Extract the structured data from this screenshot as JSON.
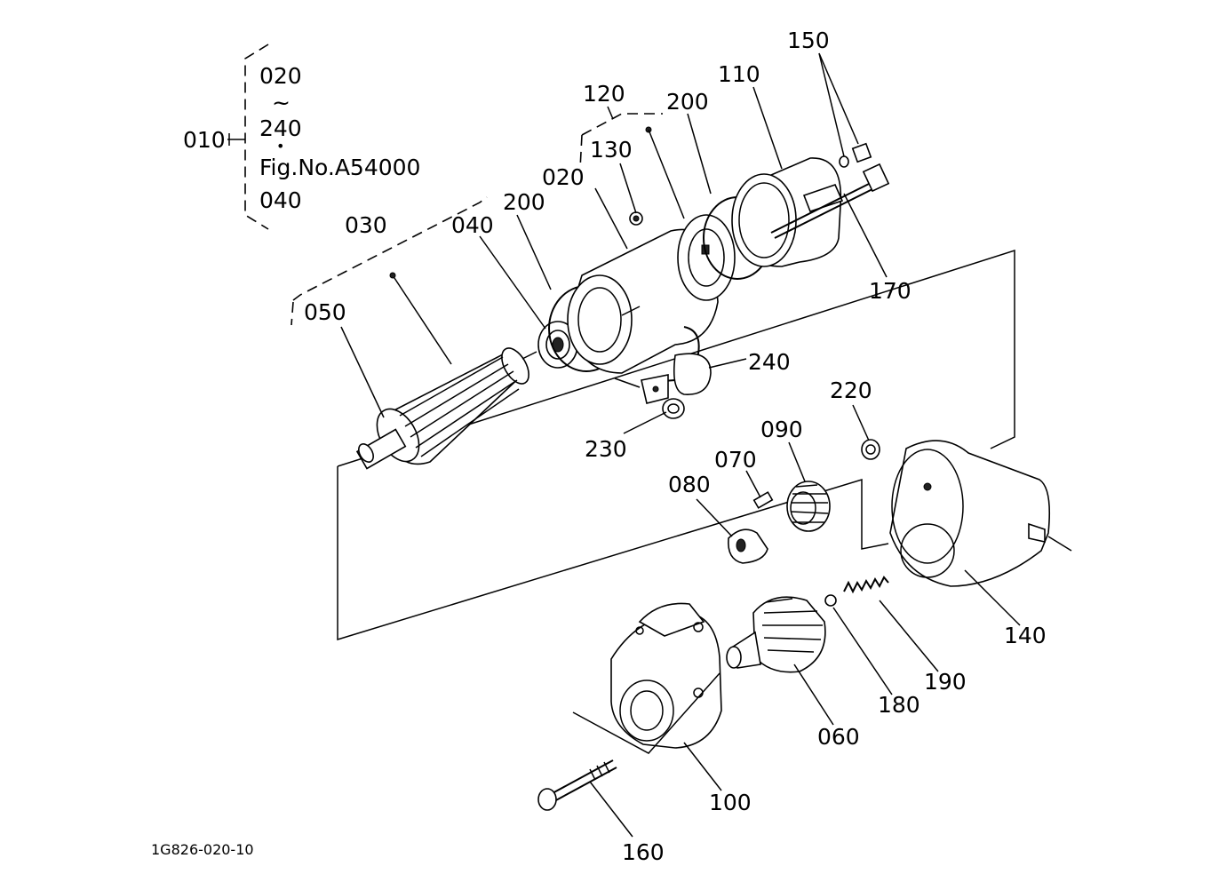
{
  "figure_code": "1G826-020-10",
  "assembly_bracket": {
    "parent": "010",
    "range_start": "020",
    "range_tilde": "~",
    "range_end": "240",
    "dot": "•",
    "fig_ref": "Fig.No.A54000",
    "extra": "040"
  },
  "callouts": [
    {
      "id": "c150",
      "text": "150"
    },
    {
      "id": "c120",
      "text": "120"
    },
    {
      "id": "c110",
      "text": "110"
    },
    {
      "id": "c200a",
      "text": "200"
    },
    {
      "id": "c130",
      "text": "130"
    },
    {
      "id": "c020",
      "text": "020"
    },
    {
      "id": "c200b",
      "text": "200"
    },
    {
      "id": "c040",
      "text": "040"
    },
    {
      "id": "c030",
      "text": "030"
    },
    {
      "id": "c050",
      "text": "050"
    },
    {
      "id": "c170",
      "text": "170"
    },
    {
      "id": "c240",
      "text": "240"
    },
    {
      "id": "c220",
      "text": "220"
    },
    {
      "id": "c230",
      "text": "230"
    },
    {
      "id": "c090",
      "text": "090"
    },
    {
      "id": "c070",
      "text": "070"
    },
    {
      "id": "c080",
      "text": "080"
    },
    {
      "id": "c140",
      "text": "140"
    },
    {
      "id": "c190",
      "text": "190"
    },
    {
      "id": "c180",
      "text": "180"
    },
    {
      "id": "c060",
      "text": "060"
    },
    {
      "id": "c100",
      "text": "100"
    },
    {
      "id": "c160",
      "text": "160"
    }
  ]
}
